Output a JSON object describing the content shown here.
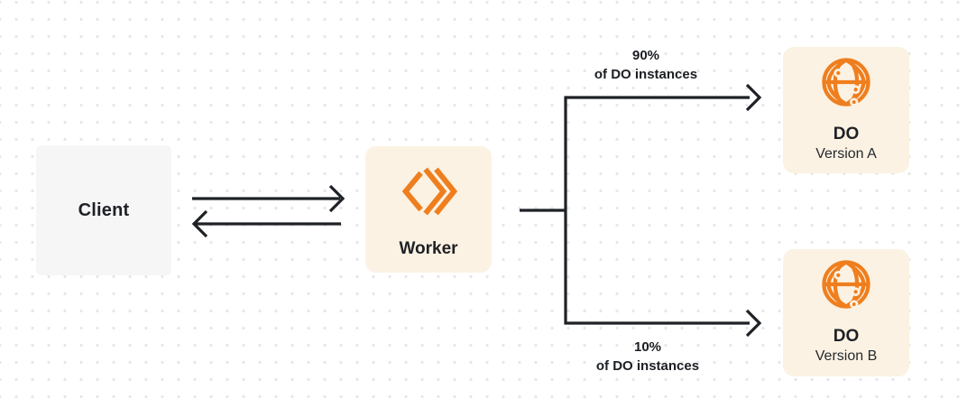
{
  "diagram": {
    "client": {
      "label": "Client"
    },
    "worker": {
      "label": "Worker"
    },
    "do_version_a": {
      "title": "DO",
      "subtitle": "Version A"
    },
    "do_version_b": {
      "title": "DO",
      "subtitle": "Version B"
    },
    "branch_top": {
      "percent": "90%",
      "caption": "of DO instances"
    },
    "branch_bottom": {
      "percent": "10%",
      "caption": "of DO instances"
    },
    "colors": {
      "accent_orange": "#ef7e1e",
      "node_cream": "#fcf2e3",
      "client_gray": "#f6f6f7",
      "connector_dark": "#1e2126",
      "dot_grid": "#e7e7e9"
    }
  }
}
